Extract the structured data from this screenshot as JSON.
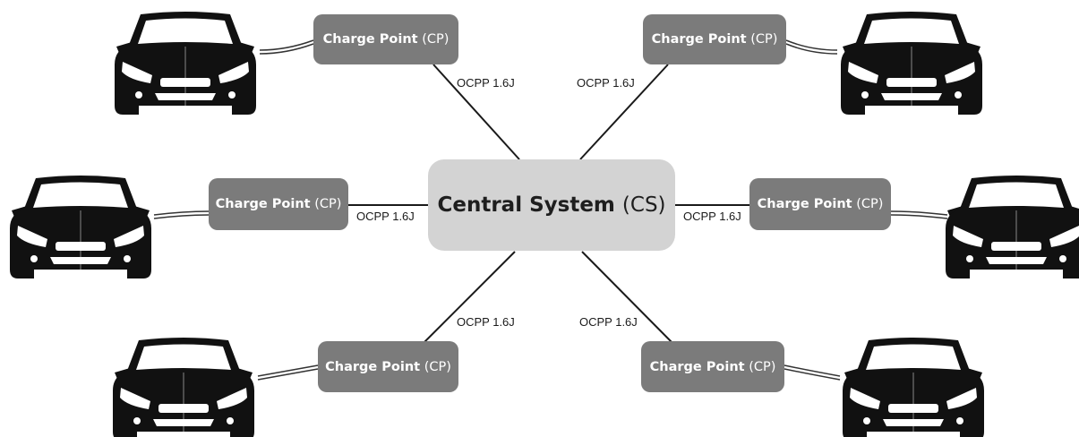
{
  "central_system": {
    "name": "Central System",
    "abbr": "(CS)"
  },
  "charge_points": [
    {
      "name": "Charge Point",
      "abbr": "(CP)"
    },
    {
      "name": "Charge Point",
      "abbr": "(CP)"
    },
    {
      "name": "Charge Point",
      "abbr": "(CP)"
    },
    {
      "name": "Charge Point",
      "abbr": "(CP)"
    },
    {
      "name": "Charge Point",
      "abbr": "(CP)"
    },
    {
      "name": "Charge Point",
      "abbr": "(CP)"
    }
  ],
  "connections": [
    {
      "protocol": "OCPP 1.6J"
    },
    {
      "protocol": "OCPP 1.6J"
    },
    {
      "protocol": "OCPP 1.6J"
    },
    {
      "protocol": "OCPP 1.6J"
    },
    {
      "protocol": "OCPP 1.6J"
    },
    {
      "protocol": "OCPP 1.6J"
    }
  ],
  "vehicles": [
    {
      "icon": "electric-car-icon"
    },
    {
      "icon": "electric-car-icon"
    },
    {
      "icon": "electric-car-icon"
    },
    {
      "icon": "electric-car-icon"
    },
    {
      "icon": "electric-car-icon"
    },
    {
      "icon": "electric-car-icon"
    }
  ],
  "colors": {
    "central_box": "#d3d3d3",
    "charge_point_box": "#7b7b7b",
    "car": "#111111",
    "link": "#1a1a1a"
  }
}
